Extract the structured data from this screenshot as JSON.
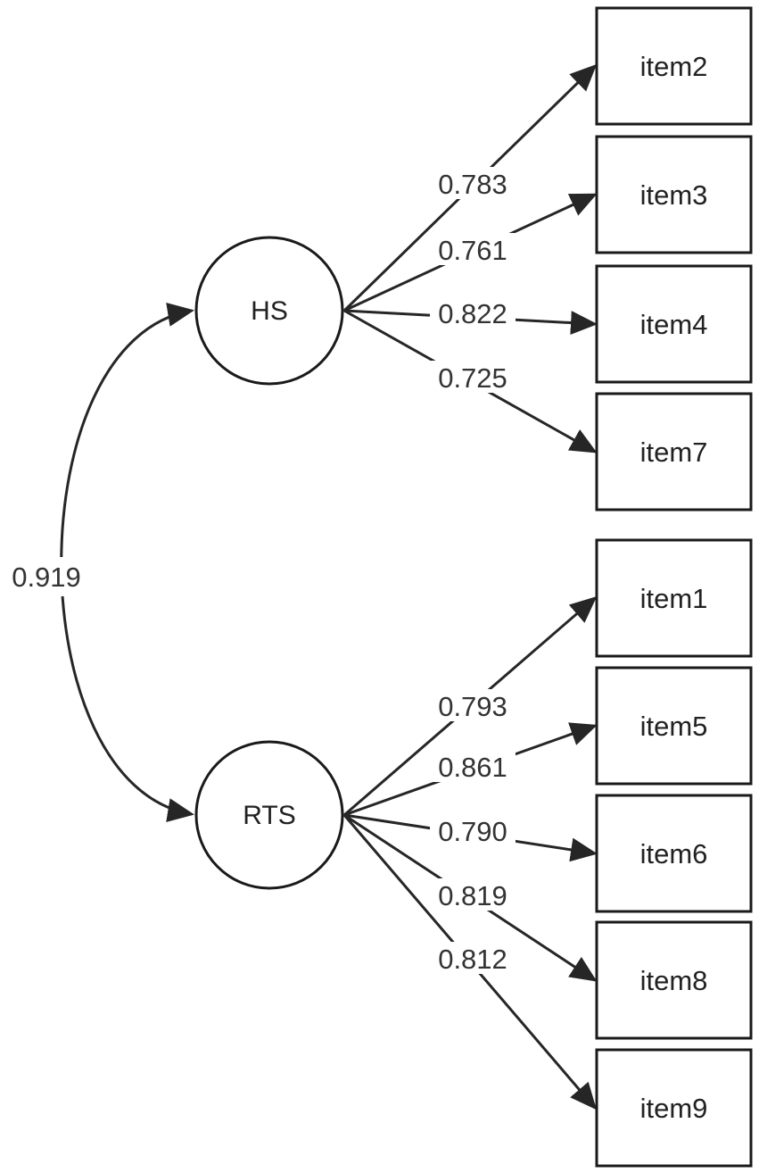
{
  "latents": [
    {
      "id": "HS",
      "label": "HS"
    },
    {
      "id": "RTS",
      "label": "RTS"
    }
  ],
  "items": [
    {
      "id": "item2",
      "label": "item2"
    },
    {
      "id": "item3",
      "label": "item3"
    },
    {
      "id": "item4",
      "label": "item4"
    },
    {
      "id": "item7",
      "label": "item7"
    },
    {
      "id": "item1",
      "label": "item1"
    },
    {
      "id": "item5",
      "label": "item5"
    },
    {
      "id": "item6",
      "label": "item6"
    },
    {
      "id": "item8",
      "label": "item8"
    },
    {
      "id": "item9",
      "label": "item9"
    }
  ],
  "loadings": [
    {
      "from": "HS",
      "to": "item2",
      "value": "0.783"
    },
    {
      "from": "HS",
      "to": "item3",
      "value": "0.761"
    },
    {
      "from": "HS",
      "to": "item4",
      "value": "0.822"
    },
    {
      "from": "HS",
      "to": "item7",
      "value": "0.725"
    },
    {
      "from": "RTS",
      "to": "item1",
      "value": "0.793"
    },
    {
      "from": "RTS",
      "to": "item5",
      "value": "0.861"
    },
    {
      "from": "RTS",
      "to": "item6",
      "value": "0.790"
    },
    {
      "from": "RTS",
      "to": "item8",
      "value": "0.819"
    },
    {
      "from": "RTS",
      "to": "item9",
      "value": "0.812"
    }
  ],
  "correlation": {
    "between": [
      "HS",
      "RTS"
    ],
    "value": "0.919"
  }
}
